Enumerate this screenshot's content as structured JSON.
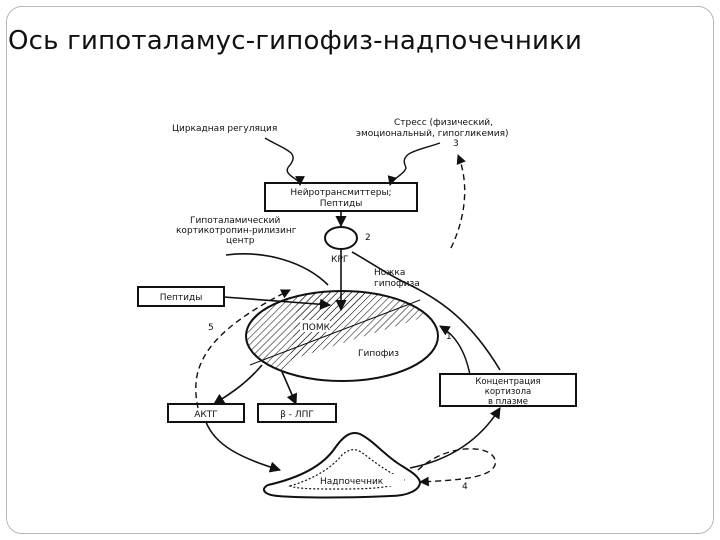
{
  "slide": {
    "title": "Ось гипоталамус-гипофиз-надпочечники"
  },
  "diagram": {
    "circadian": "Циркадная регуляция",
    "stress_line1": "Стресс (физический,",
    "stress_line2": "эмоциональный, гипогликемия)",
    "box_neuro_line1": "Нейротрансмиттеры;",
    "box_neuro_line2": "Пептиды",
    "hypothal_line1": "Гипоталамический",
    "hypothal_line2": "кортикотропин-рилизинг",
    "hypothal_line3": "центр",
    "krg": "КРГ",
    "stalk_line1": "Ножка",
    "stalk_line2": "гипофиза",
    "box_peptides": "Пептиды",
    "pomk": "ПОМК",
    "pituitary": "Гипофиз",
    "box_cortisol_line1": "Концентрация",
    "box_cortisol_line2": "кортизола",
    "box_cortisol_line3": "в плазме",
    "box_actg": "АКТГ",
    "box_blpg": "β - ЛПГ",
    "adrenal": "Надпочечник",
    "n1": "1",
    "n2": "2",
    "n3": "3",
    "n4": "4",
    "n5": "5"
  }
}
